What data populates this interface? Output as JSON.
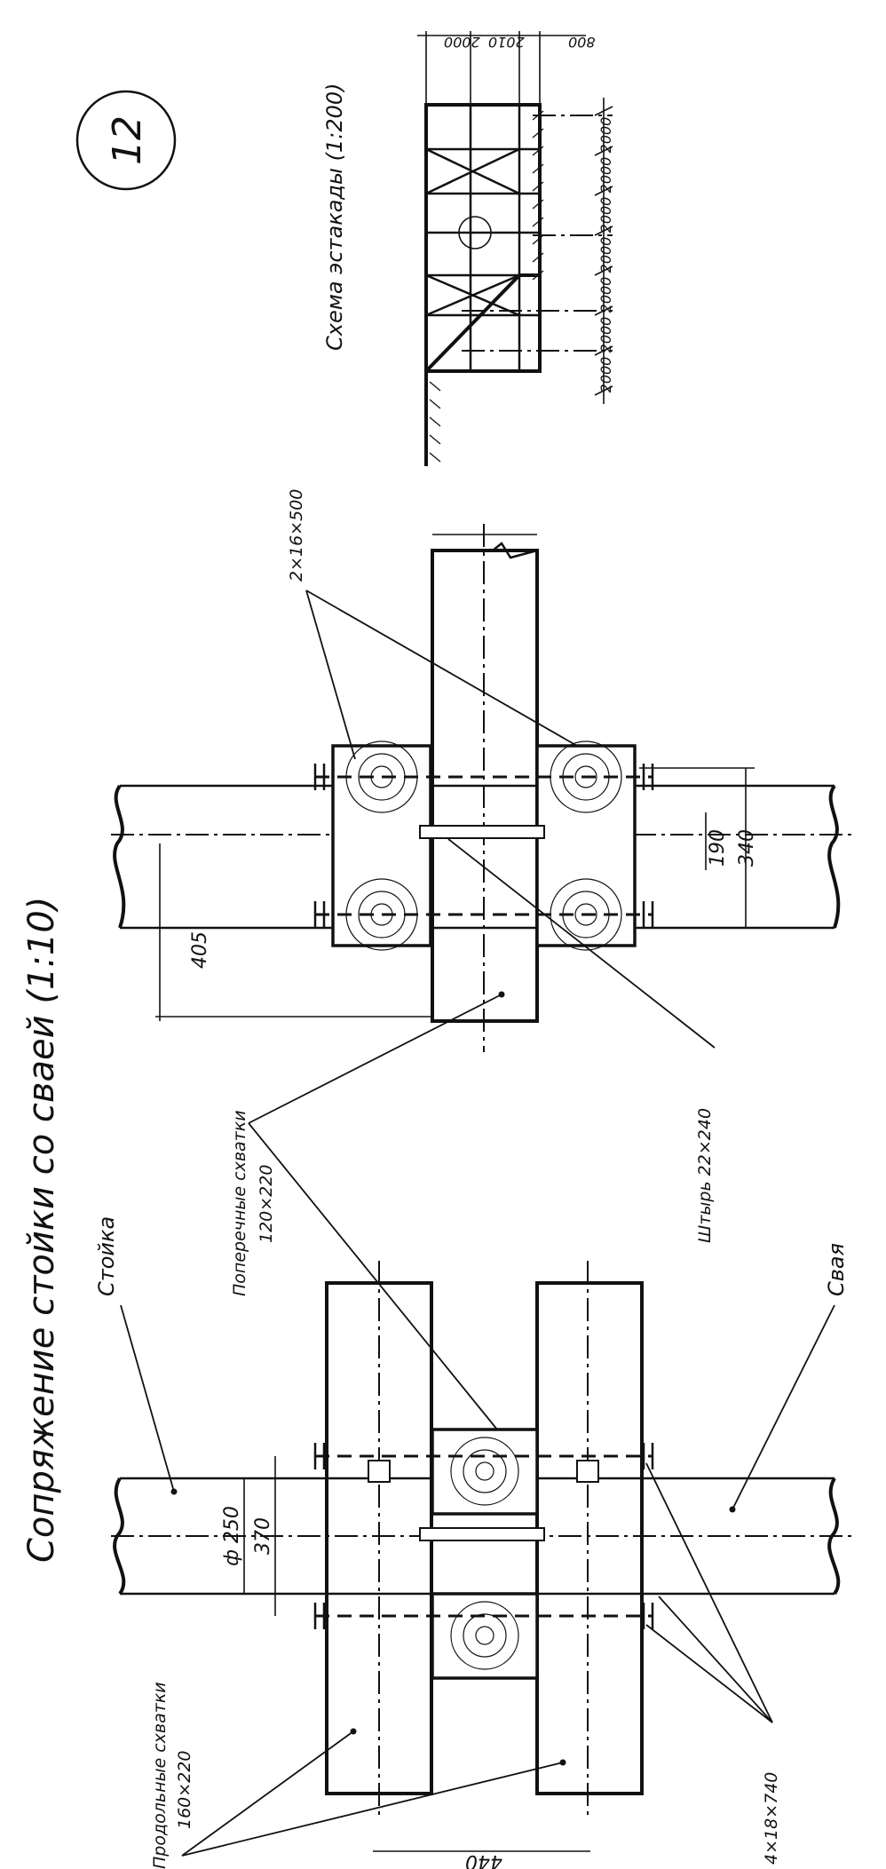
{
  "sheet_number": "12",
  "title": "Сопряжение стойки со сваей (1:10)",
  "scheme": {
    "title": "Схема эстакады (1:200)",
    "top_dims": [
      "2000",
      "2010",
      "800"
    ],
    "bottom_dims": [
      "2000",
      "2000",
      "2000",
      "2000",
      "2000",
      "2000",
      "2000"
    ]
  },
  "labels": {
    "post": "Стойка",
    "pile": "Свая",
    "transverse_clamps": "Поперечные схватки",
    "transverse_clamps_size": "120×220",
    "longitudinal_clamps": "Продольные схватки",
    "longitudinal_clamps_size": "160×220",
    "pin": "Штырь 22×240",
    "bolts_top": "2×16×500",
    "bolts_bottom": "4×18×740"
  },
  "dimensions": {
    "diameter": "ф 250",
    "d370": "370",
    "d440": "440",
    "d405": "405",
    "d190": "190",
    "d340": "340"
  }
}
